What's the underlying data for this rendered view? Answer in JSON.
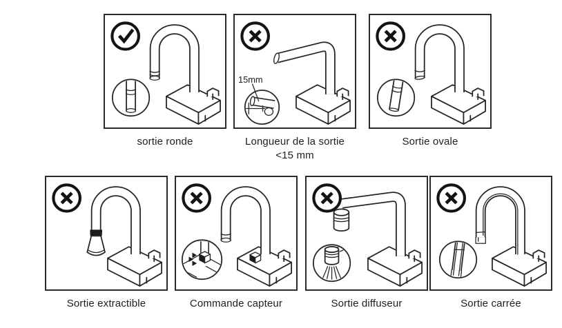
{
  "panels": [
    {
      "key": "sortie-ronde",
      "status": "allowed",
      "icon": "check-circle-icon",
      "label": "sortie ronde"
    },
    {
      "key": "longueur-sortie",
      "status": "not-allowed",
      "icon": "cross-circle-icon",
      "label": "Longueur de la sortie",
      "label_line2": "<15 mm",
      "annotation": "15mm"
    },
    {
      "key": "sortie-ovale",
      "status": "not-allowed",
      "icon": "cross-circle-icon",
      "label": "Sortie ovale"
    },
    {
      "key": "sortie-extractible",
      "status": "not-allowed",
      "icon": "cross-circle-icon",
      "label": "Sortie extractible"
    },
    {
      "key": "commande-capteur",
      "status": "not-allowed",
      "icon": "cross-circle-icon",
      "label": "Commande capteur"
    },
    {
      "key": "sortie-diffuseur",
      "status": "not-allowed",
      "icon": "cross-circle-icon",
      "label": "Sortie diffuseur"
    },
    {
      "key": "sortie-carree",
      "status": "not-allowed",
      "icon": "cross-circle-icon",
      "label": "Sortie carrée"
    }
  ],
  "colors": {
    "line": "#262626",
    "icon_black": "#131313",
    "background": "#ffffff",
    "text": "#1d1d1d"
  }
}
